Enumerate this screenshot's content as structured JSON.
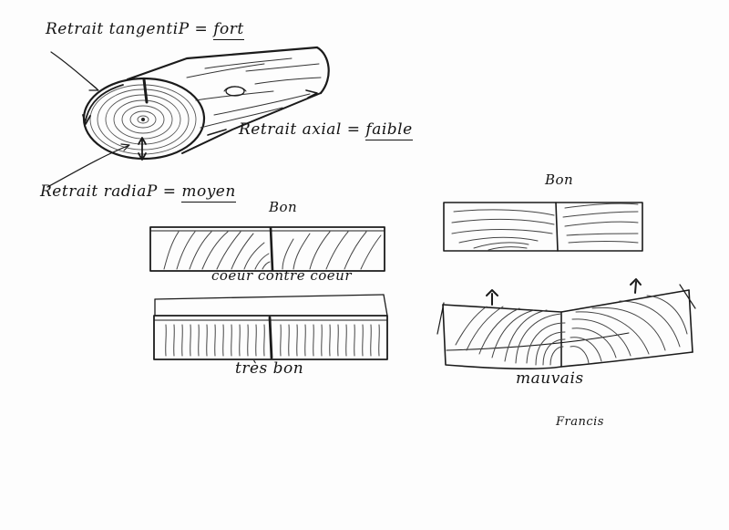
{
  "labels": {
    "retrait_tangentiel": {
      "term": "Retrait tangentiP",
      "eq": "=",
      "value": "fort"
    },
    "retrait_axial": {
      "term": "Retrait axial",
      "eq": "=",
      "value": "faible"
    },
    "retrait_radial": {
      "term": "Retrait radiaP",
      "eq": "=",
      "value": "moyen"
    },
    "bon_top": "Bon",
    "coeur_contre_coeur": "coeur contre coeur",
    "tres_bon": "très bon",
    "bon_right": "Bon",
    "mauvais": "mauvais",
    "signature": "Francis"
  }
}
